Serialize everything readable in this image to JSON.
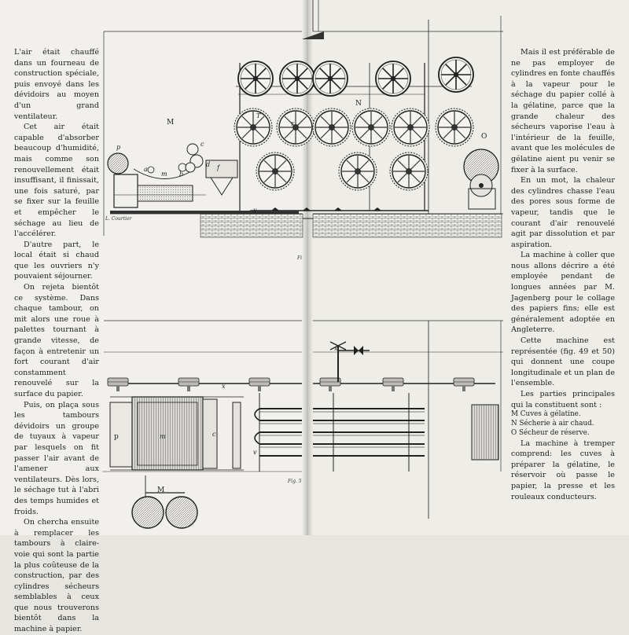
{
  "left_column": {
    "paragraphs": [
      "L'air était chauffé dans un fourneau de construction spéciale, puis envoyé dans les dévidoirs au moyen d'un grand ventilateur.",
      "Cet air était capable d'absorber beaucoup d'humidité, mais comme son renouvellement était insuffisant, il finissait, une fois saturé, par se fixer sur la feuille et empêcher le séchage au lieu de l'accélérer.",
      "D'autre part, le local était si chaud que les ouvriers n'y pouvaient séjourner.",
      "On rejeta bientôt ce système. Dans chaque tambour, on mit alors une roue à palettes tournant à grande vitesse, de façon à entretenir un fort courant d'air constamment renouvelé sur la surface du papier.",
      "Puis, on plaça sous les tambours dévidoirs un groupe de tuyaux à vapeur par lesquels on fit passer l'air avant de l'amener aux ventilateurs. Dès lors, le séchage tut à l'abri des temps humides et froids.",
      "On chercha ensuite à remplacer les tambours à claire-voie qui sont la partie la plus coûteuse de la construction, par des cylindres sécheurs semblables à ceux que nous trouverons bientôt dans la machine à papier."
    ]
  },
  "right_column": {
    "paragraphs": [
      "Mais il est préférable de ne pas employer de cylindres en fonte chauffés à la vapeur pour le séchage du papier collé à la gélatine, parce que la grande chaleur des sécheurs vaporise l'eau à l'intérieur de la feuille, avant que les molécules de gélatine aient pu venir se fixer à la surface.",
      "En un mot, la chaleur des cylindres chasse l'eau des pores sous forme de vapeur, tandis que le courant d'air renouvelé agit par dissolution et par aspiration.",
      "La machine à coller que nous allons décrire a été employée pendant de longues années par M. Jagenberg pour le collage des papiers fins; elle est généralement adoptée en Angleterre.",
      "Cette machine est représentée (fig. 49 et 50) qui donnent une coupe longitudinale et un plan de l'ensemble.",
      "Les parties principales qui la constituent sont :"
    ],
    "legend": [
      "M Cuves à gélatine.",
      "N Sécherie à air chaud.",
      "O Sécheur de réserve."
    ],
    "paragraphs_after": [
      "La machine à tremper comprend: les cuves à préparer la gélatine, le réservoir où passe le papier, la presse et les rouleaux conducteurs."
    ]
  },
  "figure_top": {
    "caption_fragment": "Fi",
    "engraver": "L. Courtier",
    "labels": {
      "M": "M",
      "N": "N",
      "O": "O",
      "p": "p",
      "a": "a",
      "m": "m",
      "b": "b",
      "c": "c",
      "d": "d",
      "f": "f",
      "v": "v",
      "r": "r",
      "T": "T"
    }
  },
  "figure_bottom": {
    "caption_fragment": "Fig. 5",
    "labels": {
      "p": "p",
      "m": "m",
      "c": "c",
      "x": "x",
      "v": "v",
      "M": "M"
    }
  },
  "colors": {
    "paper_left": "#f1f0ec",
    "paper_right": "#eeede8",
    "ink": "#1f1f1f"
  }
}
